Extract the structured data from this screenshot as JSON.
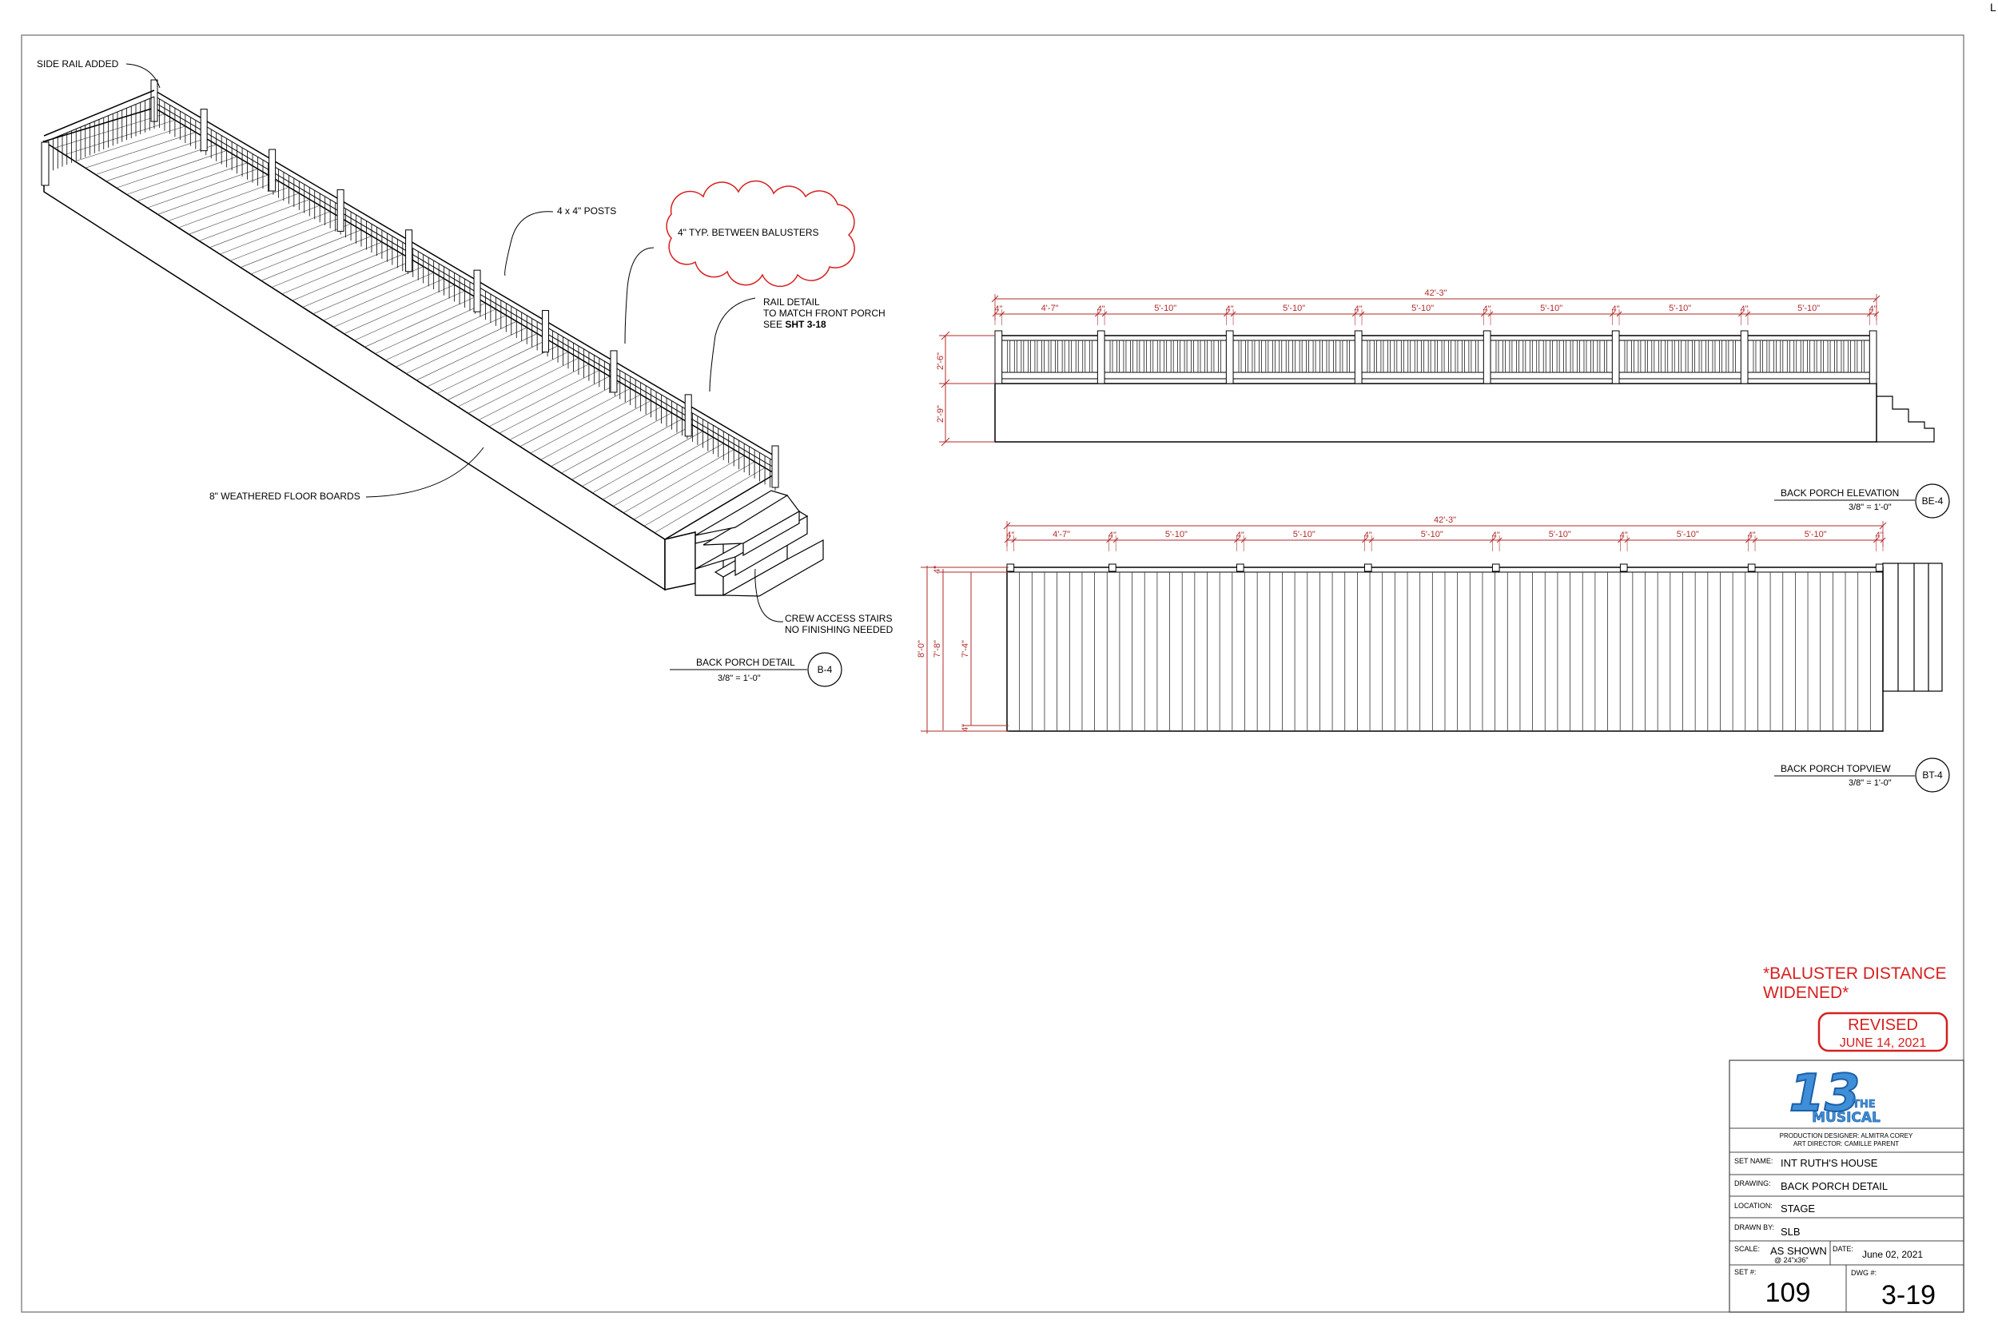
{
  "corner_mark": "L",
  "iso_view": {
    "labels": {
      "side_rail": "SIDE RAIL ADDED",
      "posts": "4 x 4\" POSTS",
      "baluster_gap": "4\" TYP. BETWEEN BALUSTERS",
      "rail_detail_1": "RAIL DETAIL",
      "rail_detail_2": "TO MATCH FRONT PORCH",
      "rail_detail_3_prefix": "SEE ",
      "rail_detail_3_bold": "SHT 3-18",
      "floor": "8\" WEATHERED FLOOR BOARDS",
      "stairs_1": "CREW ACCESS STAIRS",
      "stairs_2": "NO FINISHING NEEDED"
    },
    "title": "BACK PORCH DETAIL",
    "scale": "3/8\" = 1'-0\"",
    "tag": "B-4"
  },
  "elevation": {
    "overall": "42'-3\"",
    "segments": [
      "4'-7\"",
      "5'-10\"",
      "5'-10\"",
      "5'-10\"",
      "5'-10\"",
      "5'-10\"",
      "5'-10\""
    ],
    "post": "4\"",
    "rail_height": "2'-6\"",
    "base_height": "2'-9\"",
    "title": "BACK PORCH ELEVATION",
    "scale": "3/8\" = 1'-0\"",
    "tag": "BE-4"
  },
  "topview": {
    "overall": "42'-3\"",
    "segments": [
      "4'-7\"",
      "5'-10\"",
      "5'-10\"",
      "5'-10\"",
      "5'-10\"",
      "5'-10\"",
      "5'-10\""
    ],
    "post": "4\"",
    "depth_total": "8'-0\"",
    "depth_inner": "7'-8\"",
    "depth_deck": "7'-4\"",
    "edge_top": "4\"",
    "edge_bottom": "4\"",
    "title": "BACK PORCH TOPVIEW",
    "scale": "3/8\" = 1'-0\"",
    "tag": "BT-4"
  },
  "revision": {
    "note_1": "*BALUSTER DISTANCE",
    "note_2": "WIDENED*",
    "stamp": "REVISED",
    "date": "JUNE 14, 2021"
  },
  "title_block": {
    "logo_line_1": "13",
    "logo_line_2": "THE",
    "logo_line_3": "MUSICAL",
    "credit_1": "PRODUCTION DESIGNER: ALMITRA COREY",
    "credit_2": "ART DIRECTOR:  CAMILLE PARENT",
    "set_name_label": "SET NAME:",
    "set_name": "INT RUTH'S HOUSE",
    "drawing_label": "DRAWING:",
    "drawing": "BACK PORCH DETAIL",
    "location_label": "LOCATION:",
    "location": "STAGE",
    "drawn_by_label": "DRAWN BY:",
    "drawn_by": "SLB",
    "scale_label": "SCALE:",
    "scale": "AS SHOWN",
    "scale_sub": "@ 24\"x36\"",
    "date_label": "DATE:",
    "date": "June 02, 2021",
    "set_label": "SET #:",
    "set": "109",
    "dwg_label": "DWG #:",
    "dwg": "3-19"
  },
  "colors": {
    "dimension": "#b22a2a",
    "revision": "#d61f1f",
    "logo": "#3f8fd8"
  }
}
